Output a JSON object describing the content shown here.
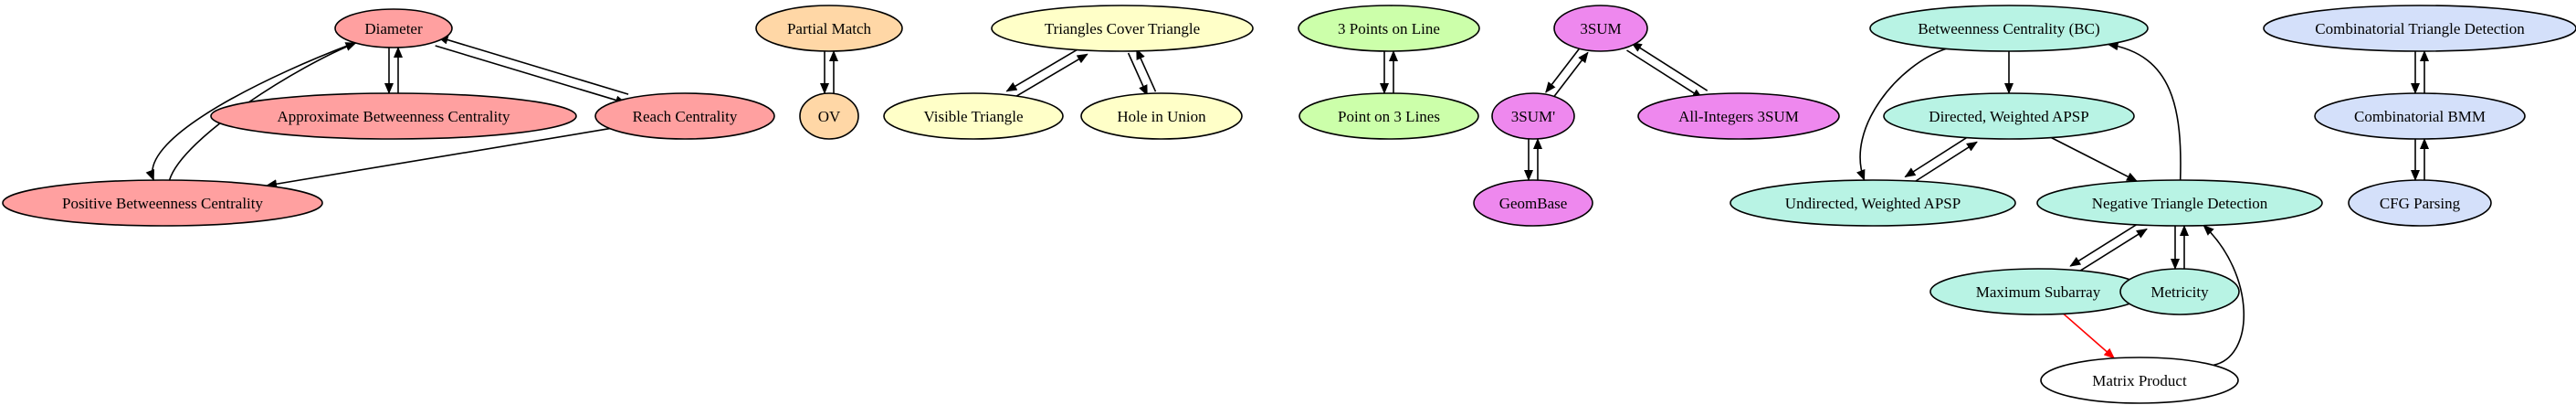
{
  "palette": {
    "red": "#FFA0A0",
    "orange": "#FFD7A6",
    "yellow": "#FFFFC8",
    "green": "#CCFFAA",
    "violet": "#EE88EE",
    "teal": "#B8F3E4",
    "blue": "#D4E0FA",
    "white": "#FFFFFF",
    "edge": "#000000",
    "highlight_edge": "#FF0000"
  },
  "graph": {
    "nodes": [
      {
        "id": "diameter",
        "label": "Diameter",
        "color": "red"
      },
      {
        "id": "approx-bc",
        "label": "Approximate Betweenness Centrality",
        "color": "red"
      },
      {
        "id": "reach",
        "label": "Reach Centrality",
        "color": "red"
      },
      {
        "id": "pos-bc",
        "label": "Positive Betweenness Centrality",
        "color": "red"
      },
      {
        "id": "partial-match",
        "label": "Partial Match",
        "color": "orange"
      },
      {
        "id": "ov",
        "label": "OV",
        "color": "orange"
      },
      {
        "id": "tri-cover",
        "label": "Triangles Cover Triangle",
        "color": "yellow"
      },
      {
        "id": "visible-tri",
        "label": "Visible Triangle",
        "color": "yellow"
      },
      {
        "id": "hole-union",
        "label": "Hole in Union",
        "color": "yellow"
      },
      {
        "id": "3pts-line",
        "label": "3 Points on Line",
        "color": "green"
      },
      {
        "id": "pt-3lines",
        "label": "Point on 3 Lines",
        "color": "green"
      },
      {
        "id": "3sum",
        "label": "3SUM",
        "color": "violet"
      },
      {
        "id": "3sum-prime",
        "label": "3SUM'",
        "color": "violet"
      },
      {
        "id": "all-int-3sum",
        "label": "All-Integers 3SUM",
        "color": "violet"
      },
      {
        "id": "geombase",
        "label": "GeomBase",
        "color": "violet"
      },
      {
        "id": "bc",
        "label": "Betweenness Centrality (BC)",
        "color": "teal"
      },
      {
        "id": "dir-apsp",
        "label": "Directed, Weighted APSP",
        "color": "teal"
      },
      {
        "id": "undir-apsp",
        "label": "Undirected, Weighted APSP",
        "color": "teal"
      },
      {
        "id": "neg-tri",
        "label": "Negative Triangle Detection",
        "color": "teal"
      },
      {
        "id": "max-subarray",
        "label": "Maximum Subarray",
        "color": "teal"
      },
      {
        "id": "metricity",
        "label": "Metricity",
        "color": "teal"
      },
      {
        "id": "matrix-product",
        "label": "Matrix Product",
        "color": "white"
      },
      {
        "id": "comb-tri",
        "label": "Combinatorial Triangle Detection",
        "color": "blue"
      },
      {
        "id": "comb-bmm",
        "label": "Combinatorial BMM",
        "color": "blue"
      },
      {
        "id": "cfg",
        "label": "CFG Parsing",
        "color": "blue"
      }
    ],
    "edges": [
      {
        "from": "diameter",
        "to": "approx-bc"
      },
      {
        "from": "approx-bc",
        "to": "diameter"
      },
      {
        "from": "diameter",
        "to": "reach"
      },
      {
        "from": "reach",
        "to": "diameter"
      },
      {
        "from": "diameter",
        "to": "pos-bc"
      },
      {
        "from": "pos-bc",
        "to": "diameter"
      },
      {
        "from": "reach",
        "to": "pos-bc"
      },
      {
        "from": "partial-match",
        "to": "ov"
      },
      {
        "from": "ov",
        "to": "partial-match"
      },
      {
        "from": "tri-cover",
        "to": "visible-tri"
      },
      {
        "from": "visible-tri",
        "to": "tri-cover"
      },
      {
        "from": "tri-cover",
        "to": "hole-union"
      },
      {
        "from": "hole-union",
        "to": "tri-cover"
      },
      {
        "from": "3pts-line",
        "to": "pt-3lines"
      },
      {
        "from": "pt-3lines",
        "to": "3pts-line"
      },
      {
        "from": "3sum",
        "to": "3sum-prime"
      },
      {
        "from": "3sum-prime",
        "to": "3sum"
      },
      {
        "from": "3sum",
        "to": "all-int-3sum"
      },
      {
        "from": "all-int-3sum",
        "to": "3sum"
      },
      {
        "from": "3sum-prime",
        "to": "geombase"
      },
      {
        "from": "geombase",
        "to": "3sum-prime"
      },
      {
        "from": "bc",
        "to": "dir-apsp"
      },
      {
        "from": "bc",
        "to": "undir-apsp"
      },
      {
        "from": "dir-apsp",
        "to": "undir-apsp"
      },
      {
        "from": "undir-apsp",
        "to": "dir-apsp"
      },
      {
        "from": "dir-apsp",
        "to": "neg-tri"
      },
      {
        "from": "neg-tri",
        "to": "bc"
      },
      {
        "from": "neg-tri",
        "to": "max-subarray"
      },
      {
        "from": "max-subarray",
        "to": "neg-tri"
      },
      {
        "from": "neg-tri",
        "to": "metricity"
      },
      {
        "from": "metricity",
        "to": "neg-tri"
      },
      {
        "from": "max-subarray",
        "to": "matrix-product",
        "color": "highlight_edge"
      },
      {
        "from": "matrix-product",
        "to": "neg-tri"
      },
      {
        "from": "comb-tri",
        "to": "comb-bmm"
      },
      {
        "from": "comb-bmm",
        "to": "comb-tri"
      },
      {
        "from": "comb-bmm",
        "to": "cfg"
      },
      {
        "from": "cfg",
        "to": "comb-bmm"
      }
    ]
  }
}
